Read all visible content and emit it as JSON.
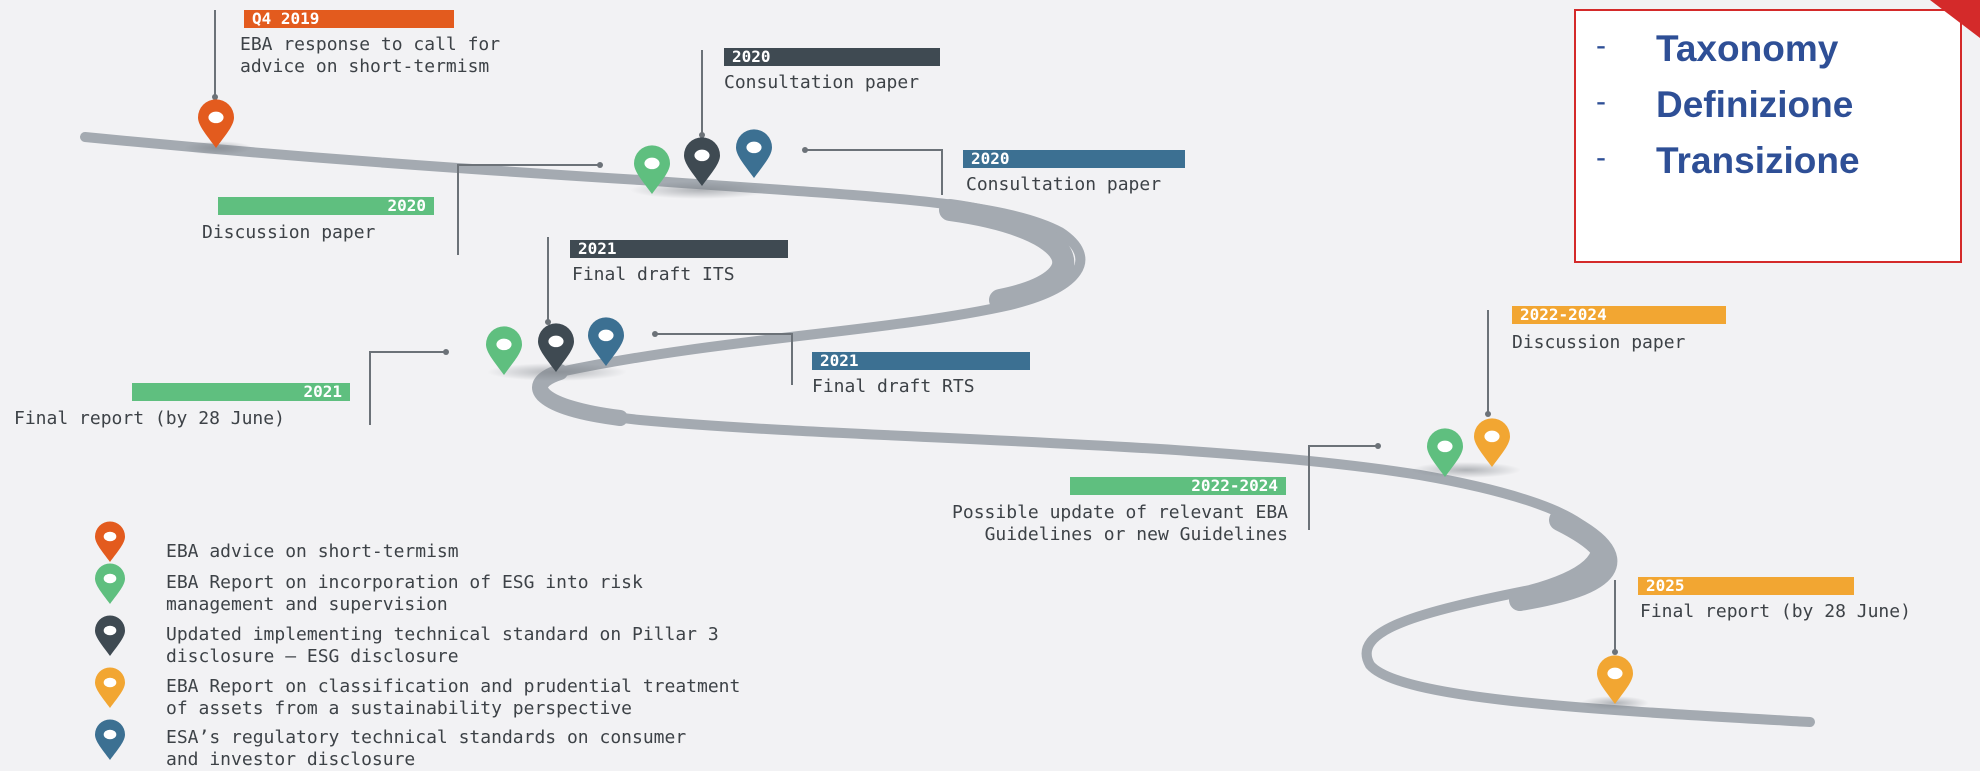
{
  "colors": {
    "orange_red": "#e35b1e",
    "green": "#5fbf7f",
    "dark": "#3f4a52",
    "yellow": "#f2a632",
    "blue": "#3c7092",
    "road": "#a4aab1",
    "text": "#3d4247"
  },
  "milestones": {
    "m1": {
      "year": "Q4 2019",
      "text_lines": [
        "EBA response to call for",
        "advice on short-termism"
      ]
    },
    "m2": {
      "year": "2020",
      "text": "Consultation paper"
    },
    "m3": {
      "year": "2020",
      "text": "Consultation paper"
    },
    "m4": {
      "year": "2020",
      "text": "Discussion paper"
    },
    "m5": {
      "year": "2021",
      "text": "Final draft ITS"
    },
    "m6": {
      "year": "2021",
      "text": "Final draft RTS"
    },
    "m7": {
      "year": "2021",
      "text": "Final report (by 28 June)"
    },
    "m8": {
      "year": "2022-2024",
      "text": "Discussion paper"
    },
    "m9": {
      "year": "2022-2024",
      "text_lines": [
        "Possible update of relevant EBA",
        "Guidelines or new Guidelines"
      ]
    },
    "m10": {
      "year": "2025",
      "text": "Final report (by 28 June)"
    }
  },
  "legend": [
    {
      "icon_color": "orange_red",
      "lines": [
        "EBA advice on short-termism"
      ]
    },
    {
      "icon_color": "green",
      "lines": [
        "EBA Report on incorporation of ESG into risk",
        "management and supervision"
      ]
    },
    {
      "icon_color": "dark",
      "lines": [
        "Updated implementing technical standard on Pillar 3",
        "disclosure – ESG disclosure"
      ]
    },
    {
      "icon_color": "yellow",
      "lines": [
        "EBA Report on classification and prudential treatment",
        "of assets from a sustainability perspective"
      ]
    },
    {
      "icon_color": "blue",
      "lines": [
        "ESA’s regulatory technical standards on consumer",
        "and investor disclosure"
      ]
    }
  ],
  "callout": {
    "dash": "-",
    "items": [
      "Taxonomy",
      "Definizione",
      "Transizione"
    ]
  }
}
